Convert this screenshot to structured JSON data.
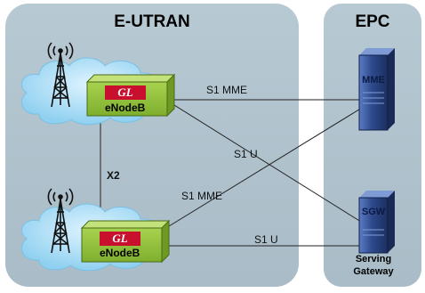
{
  "regions": {
    "eutran_title": "E-UTRAN",
    "epc_title": "EPC"
  },
  "nodes": {
    "enodeb_top_label": "eNodeB",
    "enodeb_bottom_label": "eNodeB",
    "gl_badge": "GL",
    "mme_label": "MME",
    "sgw_label": "SGW",
    "sgw_caption_line1": "Serving",
    "sgw_caption_line2": "Gateway"
  },
  "links": {
    "s1_mme_top": "S1 MME",
    "s1_u_diag": "S1 U",
    "x2": "X2",
    "s1_mme_diag": "S1 MME",
    "s1_u_bottom": "S1 U"
  },
  "colors": {
    "region_fill": "#b0c3ce",
    "cloud_fill": "#a9dcf5",
    "enodeb_box": "#8fbf3c",
    "gl_badge": "#c8102e",
    "server": "#2d4a8c"
  }
}
